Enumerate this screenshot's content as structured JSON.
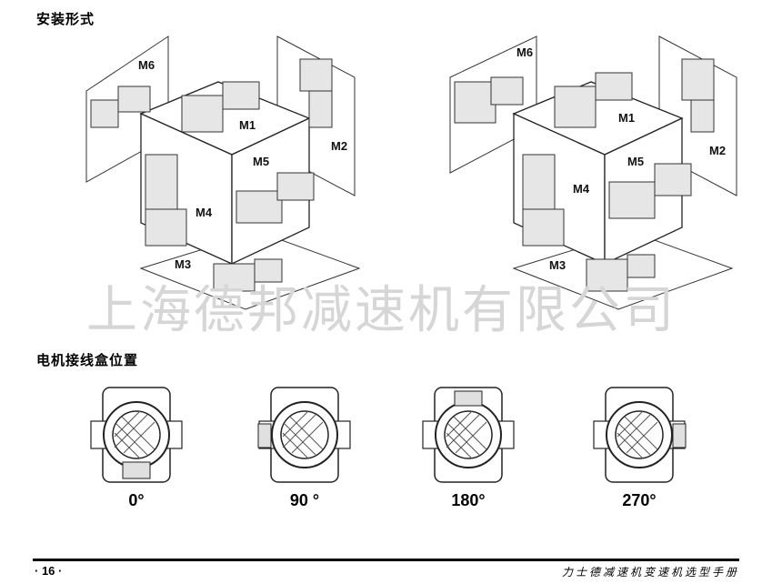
{
  "heading_mounting": "安装形式",
  "heading_terminal_box": "电机接线盒位置",
  "mounting_positions": [
    "M1",
    "M2",
    "M3",
    "M4",
    "M5",
    "M6"
  ],
  "watermark": "上海德邦减速机有限公司",
  "terminal_box_positions": [
    "0°",
    "90 °",
    "180°",
    "270°"
  ],
  "page_number": "· 16 ·",
  "footer_title": "力士德减速机变速机选型手册"
}
